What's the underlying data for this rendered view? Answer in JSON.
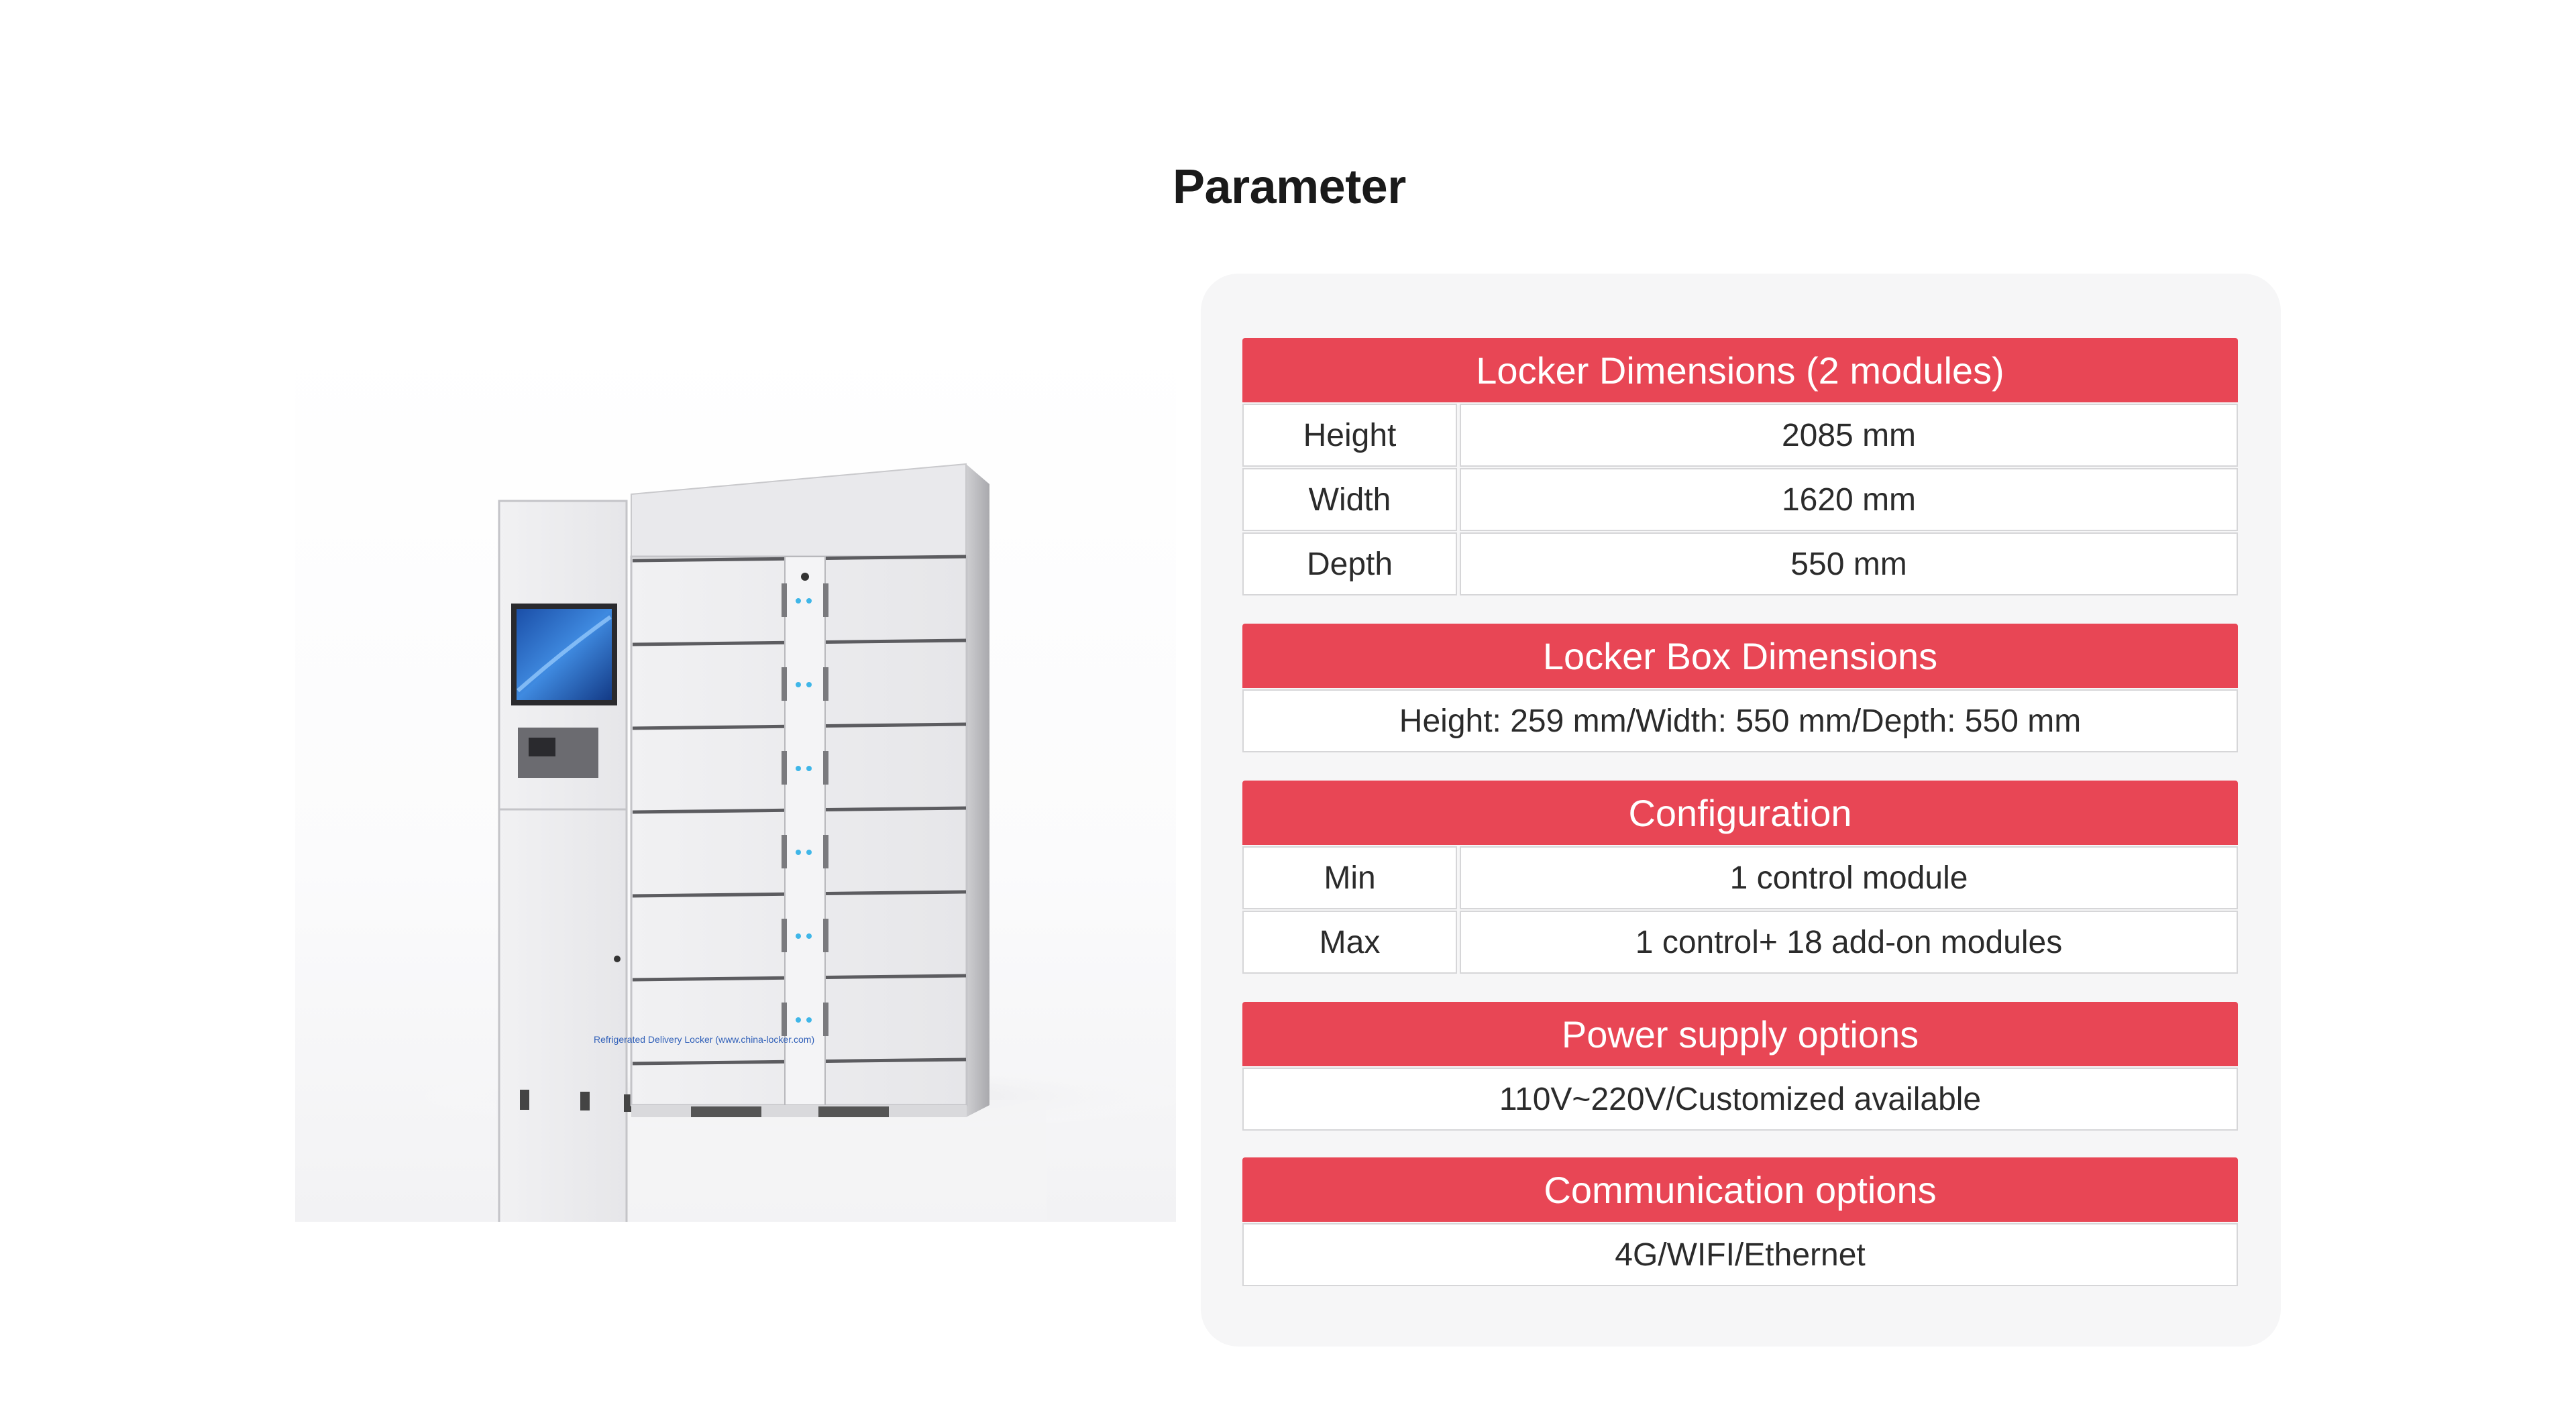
{
  "page": {
    "title": "Parameter"
  },
  "product": {
    "cabinet_label": "Refrigerated Delivery Locker (www.china-locker.com)"
  },
  "sections": [
    {
      "header": "Locker Dimensions (2 modules)",
      "rows": [
        {
          "key": "Height",
          "value": "2085 mm"
        },
        {
          "key": "Width",
          "value": "1620 mm"
        },
        {
          "key": "Depth",
          "value": "550 mm"
        }
      ]
    },
    {
      "header": "Locker Box Dimensions",
      "full": "Height: 259 mm/Width: 550 mm/Depth: 550 mm"
    },
    {
      "header": "Configuration",
      "rows": [
        {
          "key": "Min",
          "value": "1 control module"
        },
        {
          "key": "Max",
          "value": "1 control+ 18 add-on modules"
        }
      ]
    },
    {
      "header": "Power supply options",
      "full": "110V~220V/Customized available"
    },
    {
      "header": "Communication options",
      "full": "4G/WIFI/Ethernet"
    }
  ],
  "colors": {
    "accent": "#e84655",
    "panel": "#f6f6f7"
  }
}
